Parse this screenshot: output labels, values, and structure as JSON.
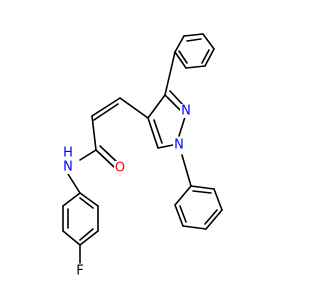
{
  "colors": {
    "background": "#ffffff",
    "bond": "#000000",
    "carbon_label": "#000000",
    "nitrogen": "#0000ff",
    "oxygen": "#ff0000",
    "fluorine": "#000000"
  },
  "molecule": {
    "atoms": [
      {
        "id": "F1",
        "symbol": "F",
        "label": "F",
        "color": "fluorine"
      },
      {
        "id": "N_amide",
        "symbol": "N",
        "label": "N",
        "color": "nitrogen"
      },
      {
        "id": "H_amide",
        "symbol": "H",
        "label": "H",
        "color": "nitrogen"
      },
      {
        "id": "O1",
        "symbol": "O",
        "label": "O",
        "color": "oxygen"
      },
      {
        "id": "N1",
        "symbol": "N",
        "label": "N",
        "color": "nitrogen"
      },
      {
        "id": "N2",
        "symbol": "N",
        "label": "N",
        "color": "nitrogen"
      }
    ]
  }
}
